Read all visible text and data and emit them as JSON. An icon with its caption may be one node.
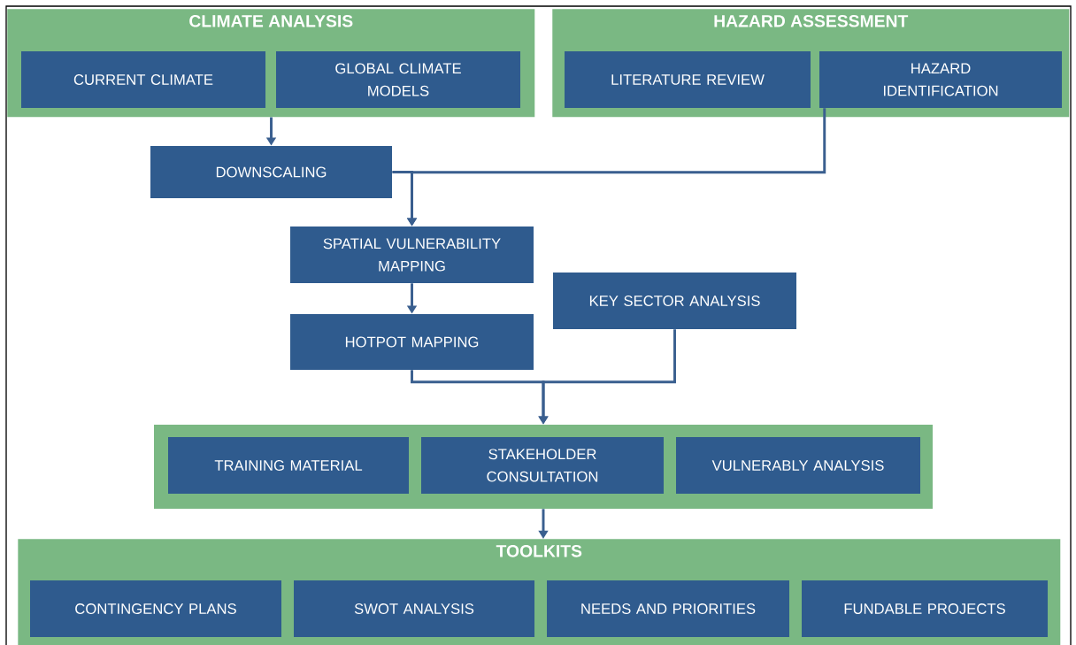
{
  "diagram": {
    "nodes": [
      {
        "text": [
          "CLIMATE ANALYSIS"
        ]
      },
      {
        "text": [
          "CURRENT CLIMATE"
        ],
        "in": 0
      },
      {
        "text": [
          "GLOBAL CLIMATE MODELS"
        ],
        "in": 0
      },
      {
        "text": [
          "HAZARD ASSESSMENT"
        ]
      },
      {
        "text": [
          "LITERATURE REVIEW"
        ],
        "in": 3
      },
      {
        "text": [
          "HAZARD IDENTIFICATION"
        ],
        "in": 3
      },
      {
        "text": [
          "DOWNSCALING"
        ]
      },
      {
        "text": [
          "SPATIAL VULNERABILITY MAPPING"
        ]
      },
      {
        "text": [
          "KEY SECTOR ANALYSIS"
        ]
      },
      {
        "text": [
          "HOTPOT MAPPING"
        ]
      },
      {
        "text": [],
        "shape": "box"
      },
      {
        "text": [
          "TRAINING MATERIAL"
        ],
        "in": 10
      },
      {
        "text": [
          "STAKEHOLDER CONSULTATION"
        ],
        "in": 10
      },
      {
        "text": [
          "VULNERABLY ANALYSIS"
        ],
        "in": 10
      },
      {
        "text": [
          "TOOLKITS"
        ]
      },
      {
        "text": [
          "CONTINGENCY PLANS"
        ],
        "in": 14
      },
      {
        "text": [
          "SWOT ANALYSIS"
        ],
        "in": 14
      },
      {
        "text": [
          "NEEDS AND PRIORITIES"
        ],
        "in": 14
      },
      {
        "text": [
          "FUNDABLE PROJECTS"
        ],
        "in": 14
      }
    ],
    "edges": [
      {
        "from": 0,
        "to": 6,
        "arrow": "to"
      },
      {
        "from": 6,
        "to": 7,
        "arrow": "to"
      },
      {
        "from": 5,
        "to": 7,
        "arrow": "to"
      },
      {
        "from": 7,
        "to": 9,
        "arrow": "to"
      },
      {
        "from": 9,
        "to": 10,
        "arrow": "to"
      },
      {
        "from": 8,
        "to": 10,
        "arrow": "to"
      },
      {
        "from": 10,
        "to": 14,
        "arrow": "to"
      }
    ]
  }
}
